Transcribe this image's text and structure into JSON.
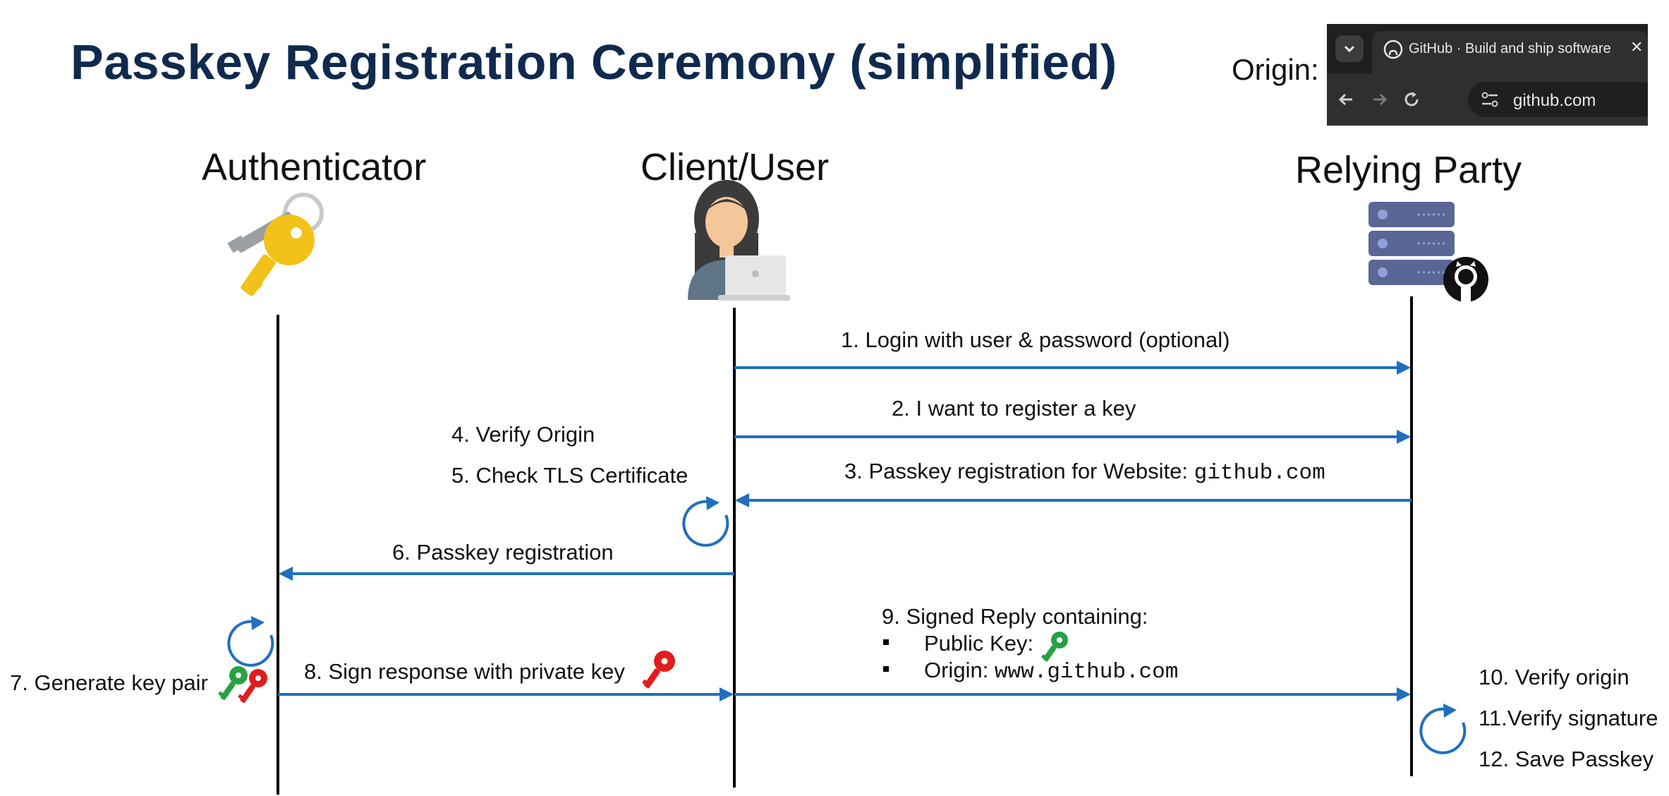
{
  "title": "Passkey Registration Ceremony (simplified)",
  "origin": {
    "label": "Origin:",
    "tab_title": "GitHub · Build and ship software",
    "url": "github.com"
  },
  "actors": {
    "authenticator": "Authenticator",
    "client": "Client/User",
    "relying_party": "Relying Party"
  },
  "messages": {
    "m1": "1. Login with user & password (optional)",
    "m2": "2. I want to register a key",
    "m3_prefix": "3. Passkey registration for Website: ",
    "m3_site": "github.com",
    "m4": "4. Verify Origin",
    "m5": "5. Check TLS Certificate",
    "m6": "6. Passkey registration",
    "m7": "7. Generate key pair",
    "m8": "8. Sign response with private key",
    "m9": "9. Signed Reply containing:",
    "m9_bullet1": "Public Key:",
    "m9_bullet2": "Origin: ",
    "m9_origin": "www.github.com",
    "m10": "10. Verify origin",
    "m11": "11.Verify signature",
    "m12": "12. Save Passkey"
  },
  "colors": {
    "arrow": "#1f6fbf",
    "title": "#0f2a4e",
    "public_key": "#27a144",
    "private_key": "#e11d1d"
  }
}
